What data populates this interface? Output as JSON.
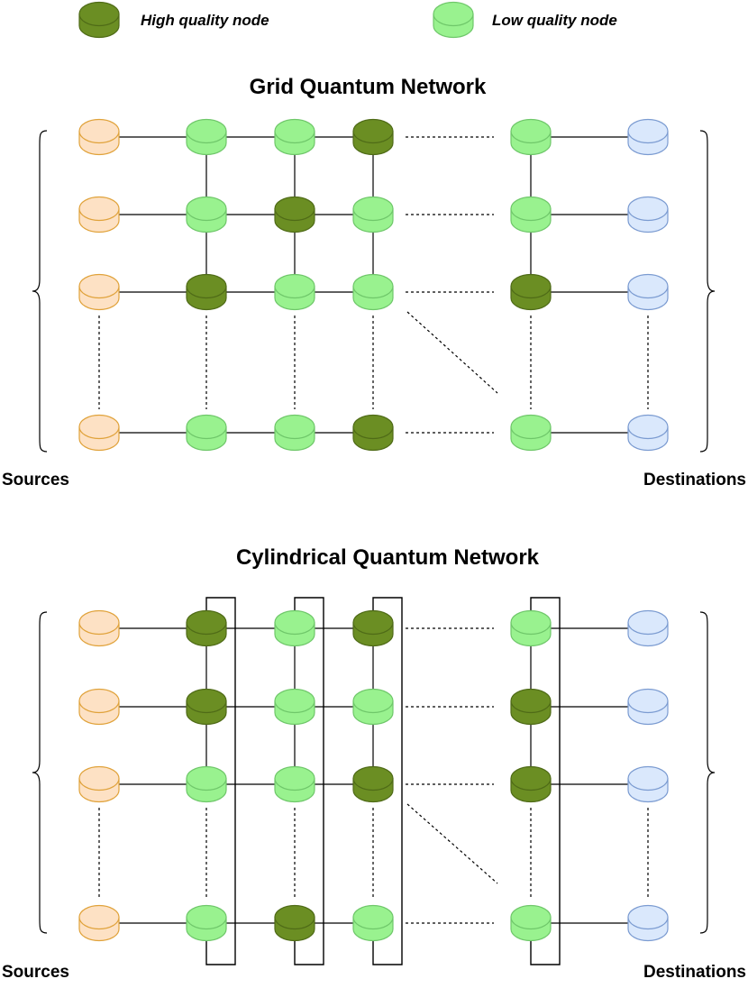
{
  "colors": {
    "high_quality_node": "#6b8e23",
    "high_quality_node_stroke": "#4f6b17",
    "low_quality_node": "#99f28f",
    "low_quality_node_stroke": "#6fc76a",
    "source_node": "#fde1c4",
    "source_node_stroke": "#e0a23a",
    "destination_node": "#dae8fc",
    "destination_node_stroke": "#7b9bd1"
  },
  "legend": {
    "high_label": "High quality node",
    "low_label": "Low quality node"
  },
  "grid": {
    "title": "Grid Quantum Network",
    "sources_label": "Sources",
    "destinations_label": "Destinations",
    "rows": [
      [
        "source",
        "low",
        "low",
        "high",
        "low",
        "destination"
      ],
      [
        "source",
        "low",
        "high",
        "low",
        "low",
        "destination"
      ],
      [
        "source",
        "high",
        "low",
        "low",
        "high",
        "destination"
      ],
      [
        "source",
        "low",
        "low",
        "high",
        "low",
        "destination"
      ]
    ]
  },
  "cylindrical": {
    "title": "Cylindrical Quantum Network",
    "sources_label": "Sources",
    "destinations_label": "Destinations",
    "rows": [
      [
        "source",
        "high",
        "low",
        "high",
        "low",
        "destination"
      ],
      [
        "source",
        "high",
        "low",
        "low",
        "high",
        "destination"
      ],
      [
        "source",
        "low",
        "low",
        "high",
        "high",
        "destination"
      ],
      [
        "source",
        "low",
        "high",
        "low",
        "low",
        "destination"
      ]
    ]
  }
}
